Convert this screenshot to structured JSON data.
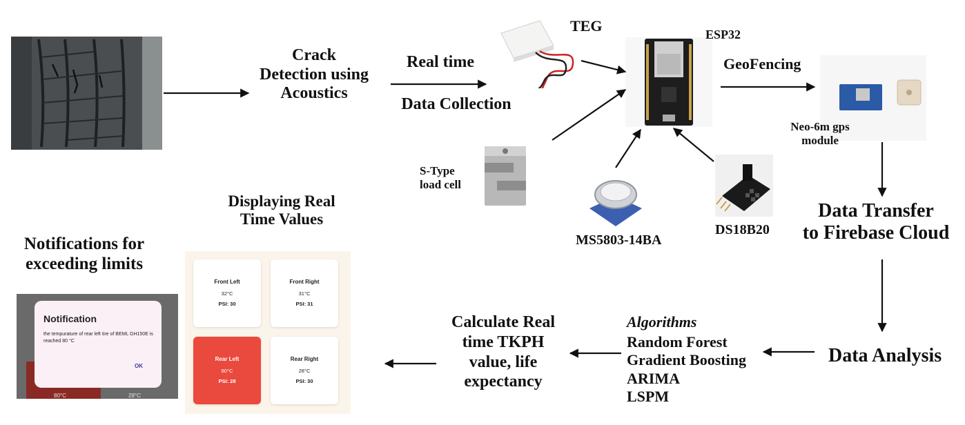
{
  "labels": {
    "crack": "Crack\nDetection using\nAcoustics",
    "realtime": "Real time",
    "datacollection": "Data Collection",
    "teg": "TEG",
    "esp32": "ESP32",
    "geofencing": "GeoFencing",
    "gps": "Neo-6m gps\nmodule",
    "loadcell": "S-Type\nload cell",
    "ms5803": "MS5803-14BA",
    "ds18b20": "DS18B20",
    "firebase": "Data Transfer\nto Firebase Cloud",
    "display": "Displaying Real\nTime Values",
    "notif": "Notifications for\nexceeding limits",
    "analysis": "Data Analysis",
    "algo_title": "Algorithms",
    "algo_list": "Random Forest\nGradient Boosting\nARIMA\nLSPM",
    "tkph": "Calculate Real\ntime TKPH\nvalue, life\nexpectancy"
  },
  "dashboard": {
    "cards": [
      {
        "name": "Front Left",
        "temp": "32°C",
        "psi": "PSI: 30",
        "alert": false
      },
      {
        "name": "Front Right",
        "temp": "31°C",
        "psi": "PSI: 31",
        "alert": false
      },
      {
        "name": "Rear Left",
        "temp": "80°C",
        "psi": "PSI: 28",
        "alert": true
      },
      {
        "name": "Rear Right",
        "temp": "28°C",
        "psi": "PSI: 30",
        "alert": false
      }
    ]
  },
  "notification": {
    "title": "Notification",
    "message": "the tempurature of rear left tire of BEML GH150E is reached 80 °C",
    "ok": "OK",
    "bg_left": "80°C",
    "bg_right": "28°C"
  },
  "colors": {
    "alert": "#ea4a3d",
    "dashboard_bg": "#fbf4ea",
    "dialog_bg": "#fbf0f6"
  }
}
